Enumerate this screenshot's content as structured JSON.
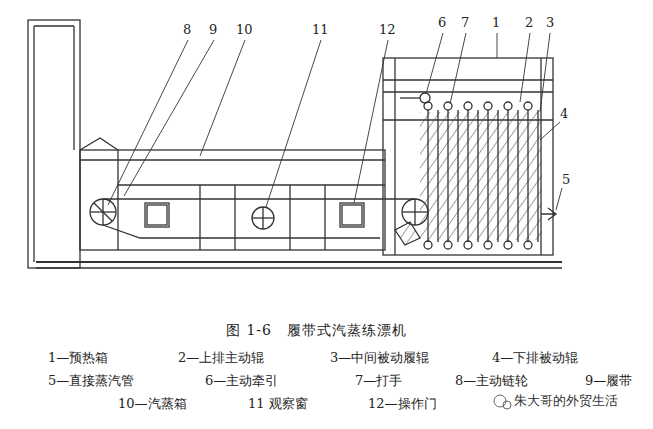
{
  "diagram": {
    "caption": "图 1-6　履带式汽蒸练漂机",
    "labels": [
      "8",
      "9",
      "10",
      "11",
      "12",
      "6",
      "7",
      "1",
      "2",
      "3",
      "4",
      "5",
      "1—预热箱",
      "2—上排主动辊",
      "3—中间被动履辊",
      "4—下排被动辊",
      "5—直接蒸汽管",
      "6—主动牵引",
      "7—打手",
      "8—主动链轮",
      "9—履带",
      "10—汽蒸箱",
      "11 观察窗",
      "12—操作门",
      "朱大哥的外贸生活"
    ]
  }
}
